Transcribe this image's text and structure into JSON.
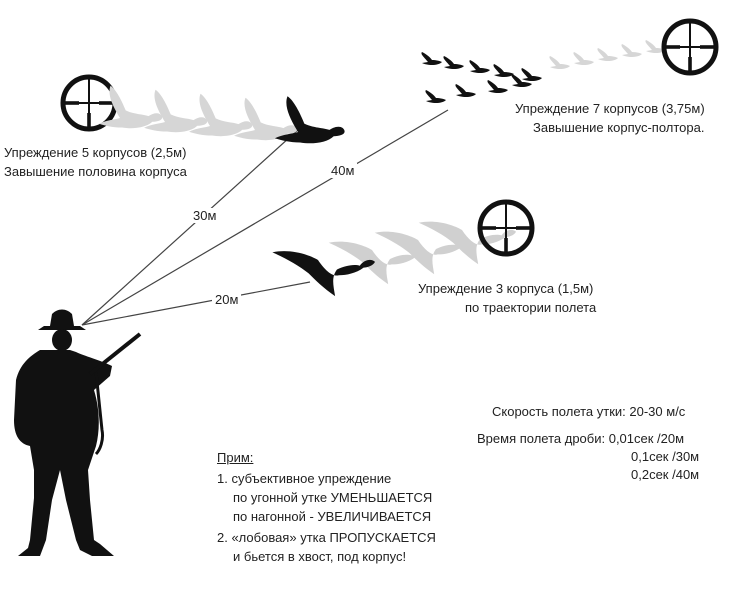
{
  "colors": {
    "ink": "#111111",
    "ghost": "#c8c8c8",
    "ghost_light": "#d9d9d9",
    "line": "#444444"
  },
  "targets": {
    "near": {
      "line1": "Упреждение 5 корпусов (2,5м)",
      "line2": "Завышение половина корпуса",
      "distance": "30м"
    },
    "far": {
      "line1": "Упреждение 7 корпусов (3,75м)",
      "line2": "Завышение корпус-полтора.",
      "distance": "40м"
    },
    "low": {
      "line1": "Упреждение 3 корпуса (1,5м)",
      "line2": "по траектории полета",
      "distance": "20м"
    }
  },
  "speeds": {
    "duck_speed": "Скорость полета утки: 20-30 м/с",
    "shot_time_1": "Время полета дроби: 0,01сек /20м",
    "shot_time_2": "0,1сек /30м",
    "shot_time_3": "0,2сек /40м"
  },
  "notes": {
    "title": "Прим:",
    "n1_a": "1. субъективное упреждение",
    "n1_b": "по угонной утке УМЕНЬШАЕТСЯ",
    "n1_c": "по нагонной - УВЕЛИЧИВАЕТСЯ",
    "n2_a": "2. «лобовая» утка ПРОПУСКАЕТСЯ",
    "n2_b": "и бьется в хвост, под корпус!"
  },
  "icons": [
    "hunter-silhouette",
    "rifle",
    "scope-reticle-icon",
    "duck-silhouette",
    "ghost-duck-silhouette",
    "goose-flock"
  ]
}
